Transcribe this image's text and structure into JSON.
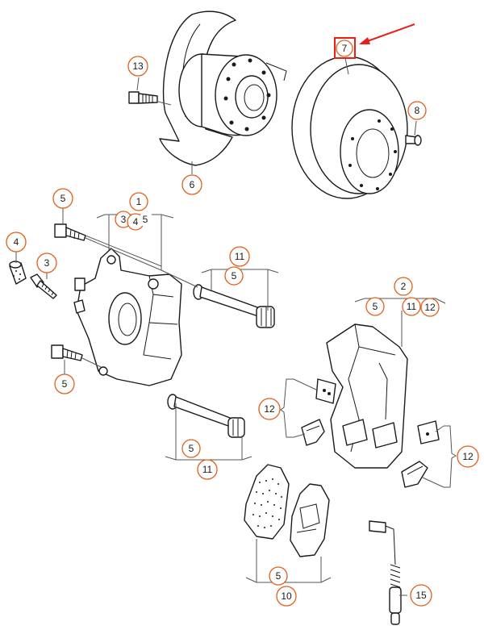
{
  "highlight_color": "#e8201a",
  "callout_color": "#e0601a",
  "callouts": {
    "c13": "13",
    "c7": "7",
    "c8": "8",
    "c6": "6",
    "c5a": "5",
    "c1": "1",
    "c3a": "3",
    "c4a": "4",
    "c5b": "5",
    "c4b": "4",
    "c3b": "3",
    "c11a": "11",
    "c5c": "5",
    "c2": "2",
    "c5d": "5",
    "c11b": "11",
    "c12a": "12",
    "c5e": "5",
    "c12b": "12",
    "c12c": "12",
    "c5f": "5",
    "c11c": "11",
    "c5g": "5",
    "c10": "10",
    "c15": "15"
  }
}
